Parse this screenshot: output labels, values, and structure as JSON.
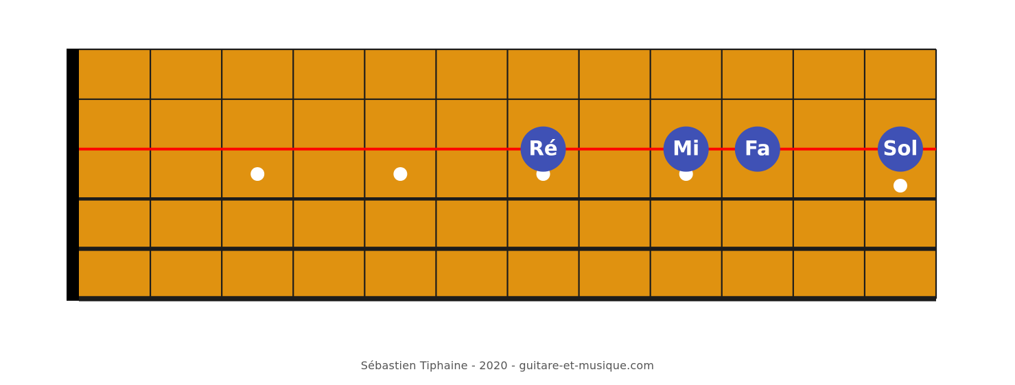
{
  "diagram": {
    "fret_count": 12,
    "string_count": 6,
    "highlighted_string": 3,
    "inlay_frets": [
      3,
      5,
      7,
      9,
      12
    ],
    "notes": [
      {
        "label": "Ré",
        "fret": 7,
        "string": 3
      },
      {
        "label": "Mi",
        "fret": 9,
        "string": 3
      },
      {
        "label": "Fa",
        "fret": 10,
        "string": 3
      },
      {
        "label": "Sol",
        "fret": 12,
        "string": 3
      }
    ],
    "colors": {
      "board": "#e09210",
      "fret_line": "#1c1c1c",
      "nut": "#000000",
      "string": "#1c1c1c",
      "highlighted_string": "#ff0000",
      "inlay": "#ffffff",
      "note_fill": "#3f51b5",
      "note_text": "#ffffff"
    }
  },
  "footer": {
    "credit": "Sébastien Tiphaine - 2020 - guitare-et-musique.com"
  }
}
